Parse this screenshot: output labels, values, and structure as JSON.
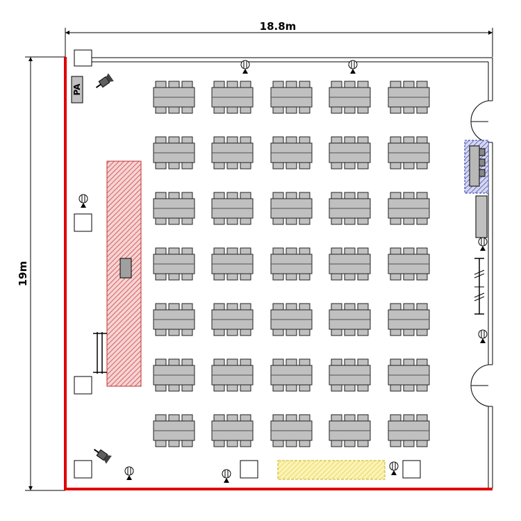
{
  "dimensions": {
    "width_label": "18.8m",
    "height_label": "19m"
  },
  "pa_label": "PA",
  "seating": {
    "rows": 7,
    "columns": 5,
    "chairs_per_side": 3
  },
  "colors": {
    "wall_red": "#e00000",
    "stage_hatch": "#cc2a2a",
    "stage_fill": "#f2c2c2",
    "table_fill": "#c0c0c0",
    "table_stroke": "#202020",
    "yellow_zone": "#f4e15a",
    "blue_zone": "#2a33a8"
  }
}
